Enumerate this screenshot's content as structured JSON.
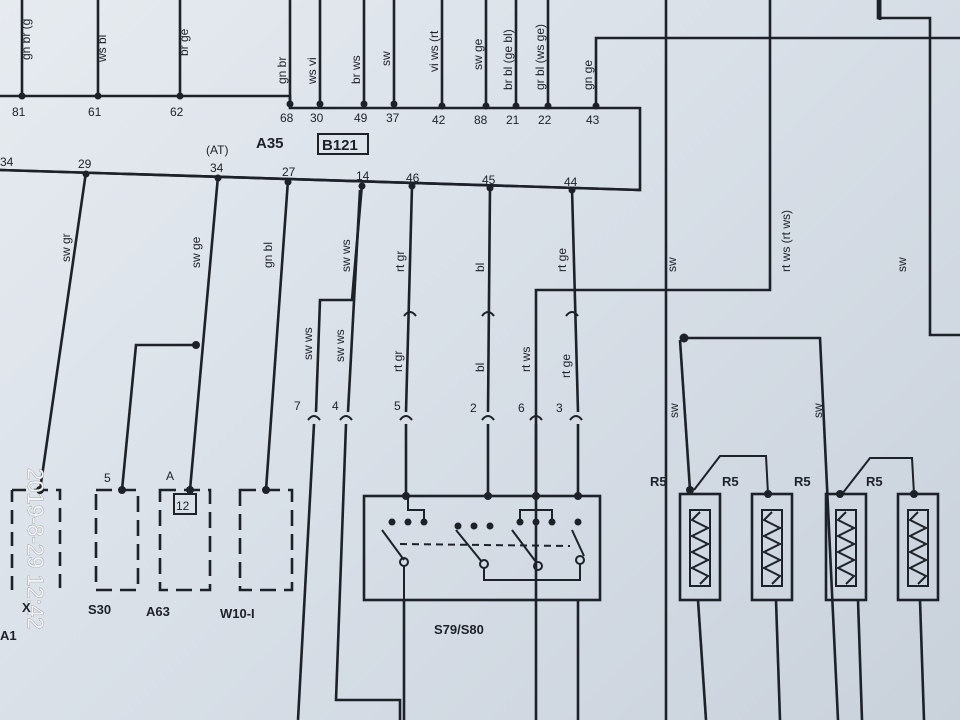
{
  "timestamp": "2019-8-29 12:42",
  "connector_top": {
    "name": "A35",
    "ref": "B121",
    "pins": [
      "81",
      "61",
      "62",
      "68",
      "30",
      "49",
      "37",
      "42",
      "88",
      "21",
      "22",
      "43"
    ],
    "wire_colors": [
      "gn br (g",
      "ws bl",
      "br ge",
      "gn br",
      "ws vi",
      "br ws",
      "sw",
      "vi ws (rt",
      "sw ge",
      "br bl (ge bl)",
      "gr bl (ws ge)",
      "gn ge"
    ]
  },
  "connector_bottom": {
    "note": "(AT)",
    "pins": [
      "34",
      "29",
      "34",
      "27",
      "14",
      "46",
      "45",
      "44"
    ]
  },
  "wires_mid": [
    "sw gr",
    "sw ge",
    "gn bl",
    "sw ws",
    "rt gr",
    "bl",
    "rt ge",
    "rt ws (rt ws)",
    "sw",
    "sw"
  ],
  "wires_lower": [
    "sw ws",
    "sw ws",
    "rt gr",
    "bl",
    "rt ws",
    "rt ge",
    "sw",
    "sw"
  ],
  "connector_pins": [
    "7",
    "4",
    "5",
    "2",
    "6",
    "3"
  ],
  "components": {
    "x_left": "X",
    "x_left_sub": "A1",
    "s30": {
      "name": "S30",
      "pin": "5"
    },
    "a63": {
      "name": "A63",
      "pin": "12",
      "pin_letter": "A"
    },
    "w10": {
      "name": "W10-I"
    },
    "switch": {
      "name": "S79/S80"
    },
    "resistors": [
      "R5",
      "R5",
      "R5",
      "R5"
    ]
  }
}
